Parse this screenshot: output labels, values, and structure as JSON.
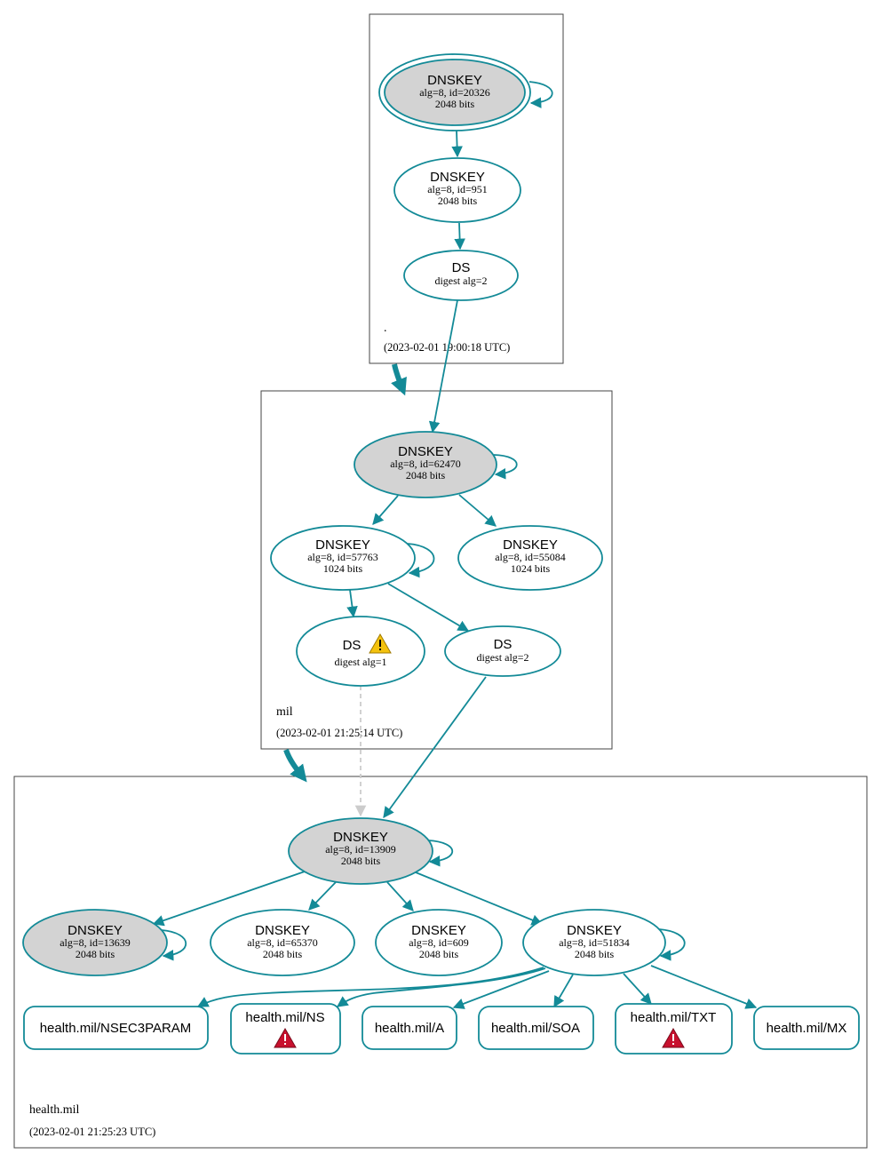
{
  "zones": {
    "root": {
      "name": ".",
      "timestamp": "(2023-02-01 19:00:18 UTC)"
    },
    "mil": {
      "name": "mil",
      "timestamp": "(2023-02-01 21:25:14 UTC)"
    },
    "health": {
      "name": "health.mil",
      "timestamp": "(2023-02-01 21:25:23 UTC)"
    }
  },
  "nodes": {
    "root_ksk": {
      "title": "DNSKEY",
      "line1": "alg=8, id=20326",
      "line2": "2048 bits"
    },
    "root_zsk": {
      "title": "DNSKEY",
      "line1": "alg=8, id=951",
      "line2": "2048 bits"
    },
    "root_ds": {
      "title": "DS",
      "line1": "digest alg=2"
    },
    "mil_ksk": {
      "title": "DNSKEY",
      "line1": "alg=8, id=62470",
      "line2": "2048 bits"
    },
    "mil_zsk1": {
      "title": "DNSKEY",
      "line1": "alg=8, id=57763",
      "line2": "1024 bits"
    },
    "mil_zsk2": {
      "title": "DNSKEY",
      "line1": "alg=8, id=55084",
      "line2": "1024 bits"
    },
    "mil_ds1": {
      "title": "DS",
      "line1": "digest alg=1"
    },
    "mil_ds2": {
      "title": "DS",
      "line1": "digest alg=2"
    },
    "h_ksk": {
      "title": "DNSKEY",
      "line1": "alg=8, id=13909",
      "line2": "2048 bits"
    },
    "h_k1": {
      "title": "DNSKEY",
      "line1": "alg=8, id=13639",
      "line2": "2048 bits"
    },
    "h_k2": {
      "title": "DNSKEY",
      "line1": "alg=8, id=65370",
      "line2": "2048 bits"
    },
    "h_k3": {
      "title": "DNSKEY",
      "line1": "alg=8, id=609",
      "line2": "2048 bits"
    },
    "h_zsk": {
      "title": "DNSKEY",
      "line1": "alg=8, id=51834",
      "line2": "2048 bits"
    }
  },
  "records": {
    "nsec3param": "health.mil/NSEC3PARAM",
    "ns": "health.mil/NS",
    "a": "health.mil/A",
    "soa": "health.mil/SOA",
    "txt": "health.mil/TXT",
    "mx": "health.mil/MX"
  },
  "colors": {
    "edge": "#138a97",
    "sep_fill": "#d3d3d3",
    "warning_yellow": "#f4c20d",
    "error_red": "#c8102e"
  }
}
